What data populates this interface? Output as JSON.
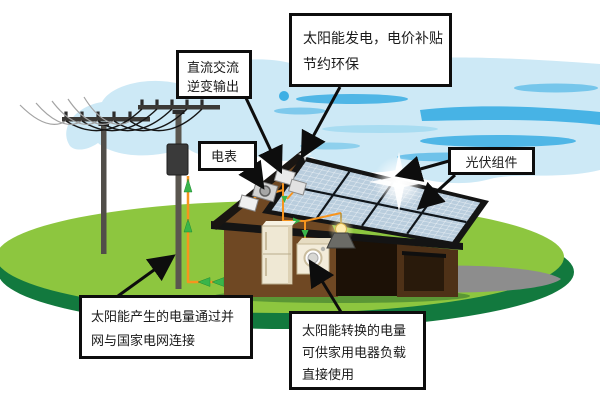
{
  "labels": {
    "benefit": {
      "lines": [
        "太阳能发电，电价补贴",
        "节约环保"
      ]
    },
    "inverter_output": {
      "lines": [
        "直流交流",
        "逆变输出"
      ]
    },
    "meter": {
      "lines": [
        "电表"
      ]
    },
    "pv_module": {
      "lines": [
        "光伏组件"
      ]
    },
    "grid_connection": {
      "lines": [
        "太阳能产生的电量通过并",
        "网与国家电网连接"
      ]
    },
    "household_load": {
      "lines": [
        "太阳能转换的电量",
        "可供家用电器负载",
        "直接使用"
      ]
    }
  },
  "icons": {
    "sun_glare": "✦",
    "flow_arrow_green": "▲",
    "callout_arrow_black": "➔"
  },
  "colors": {
    "sky_blue": "#CDE9F6",
    "sky_streak": "#2FA9E2",
    "grass_light": "#8DC63F",
    "grass_dark": "#12793E",
    "house_brown": "#6F4823",
    "panel_blue": "#B9CDDD",
    "wire_orange": "#F7941E",
    "flow_green": "#3AB54A",
    "road_gray": "#8D8D8D",
    "callout_border": "#0D0D0D"
  }
}
